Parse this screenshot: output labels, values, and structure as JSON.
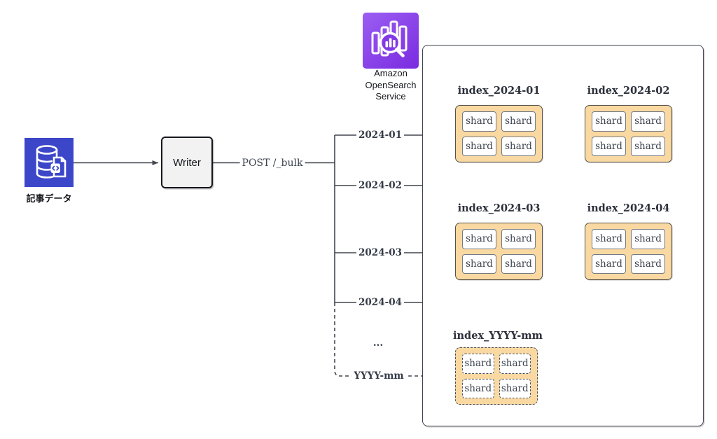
{
  "diagram": {
    "source": {
      "label": "記事データ"
    },
    "writer": {
      "label": "Writer"
    },
    "request": {
      "label": "POST /_bulk"
    },
    "service": {
      "label": "Amazon OpenSearch Service"
    },
    "branches": [
      "2024-01",
      "2024-02",
      "2024-03",
      "2024-04",
      "...",
      "YYYY-mm"
    ],
    "indexes": [
      {
        "title": "index_2024-01",
        "dashed": false,
        "shards": [
          "shard",
          "shard",
          "shard",
          "shard"
        ]
      },
      {
        "title": "index_2024-02",
        "dashed": false,
        "shards": [
          "shard",
          "shard",
          "shard",
          "shard"
        ]
      },
      {
        "title": "index_2024-03",
        "dashed": false,
        "shards": [
          "shard",
          "shard",
          "shard",
          "shard"
        ]
      },
      {
        "title": "index_2024-04",
        "dashed": false,
        "shards": [
          "shard",
          "shard",
          "shard",
          "shard"
        ]
      },
      {
        "title": "index_YYYY-mm",
        "dashed": true,
        "shards": [
          "shard",
          "shard",
          "shard",
          "shard"
        ]
      }
    ],
    "colors": {
      "connector": "#41464f",
      "index_fill": "#f9d9a1",
      "index_border": "#55514b",
      "source_icon": "#3b46c9",
      "service_gradient_start": "#9b5ef2",
      "service_gradient_end": "#7a2be0"
    }
  }
}
